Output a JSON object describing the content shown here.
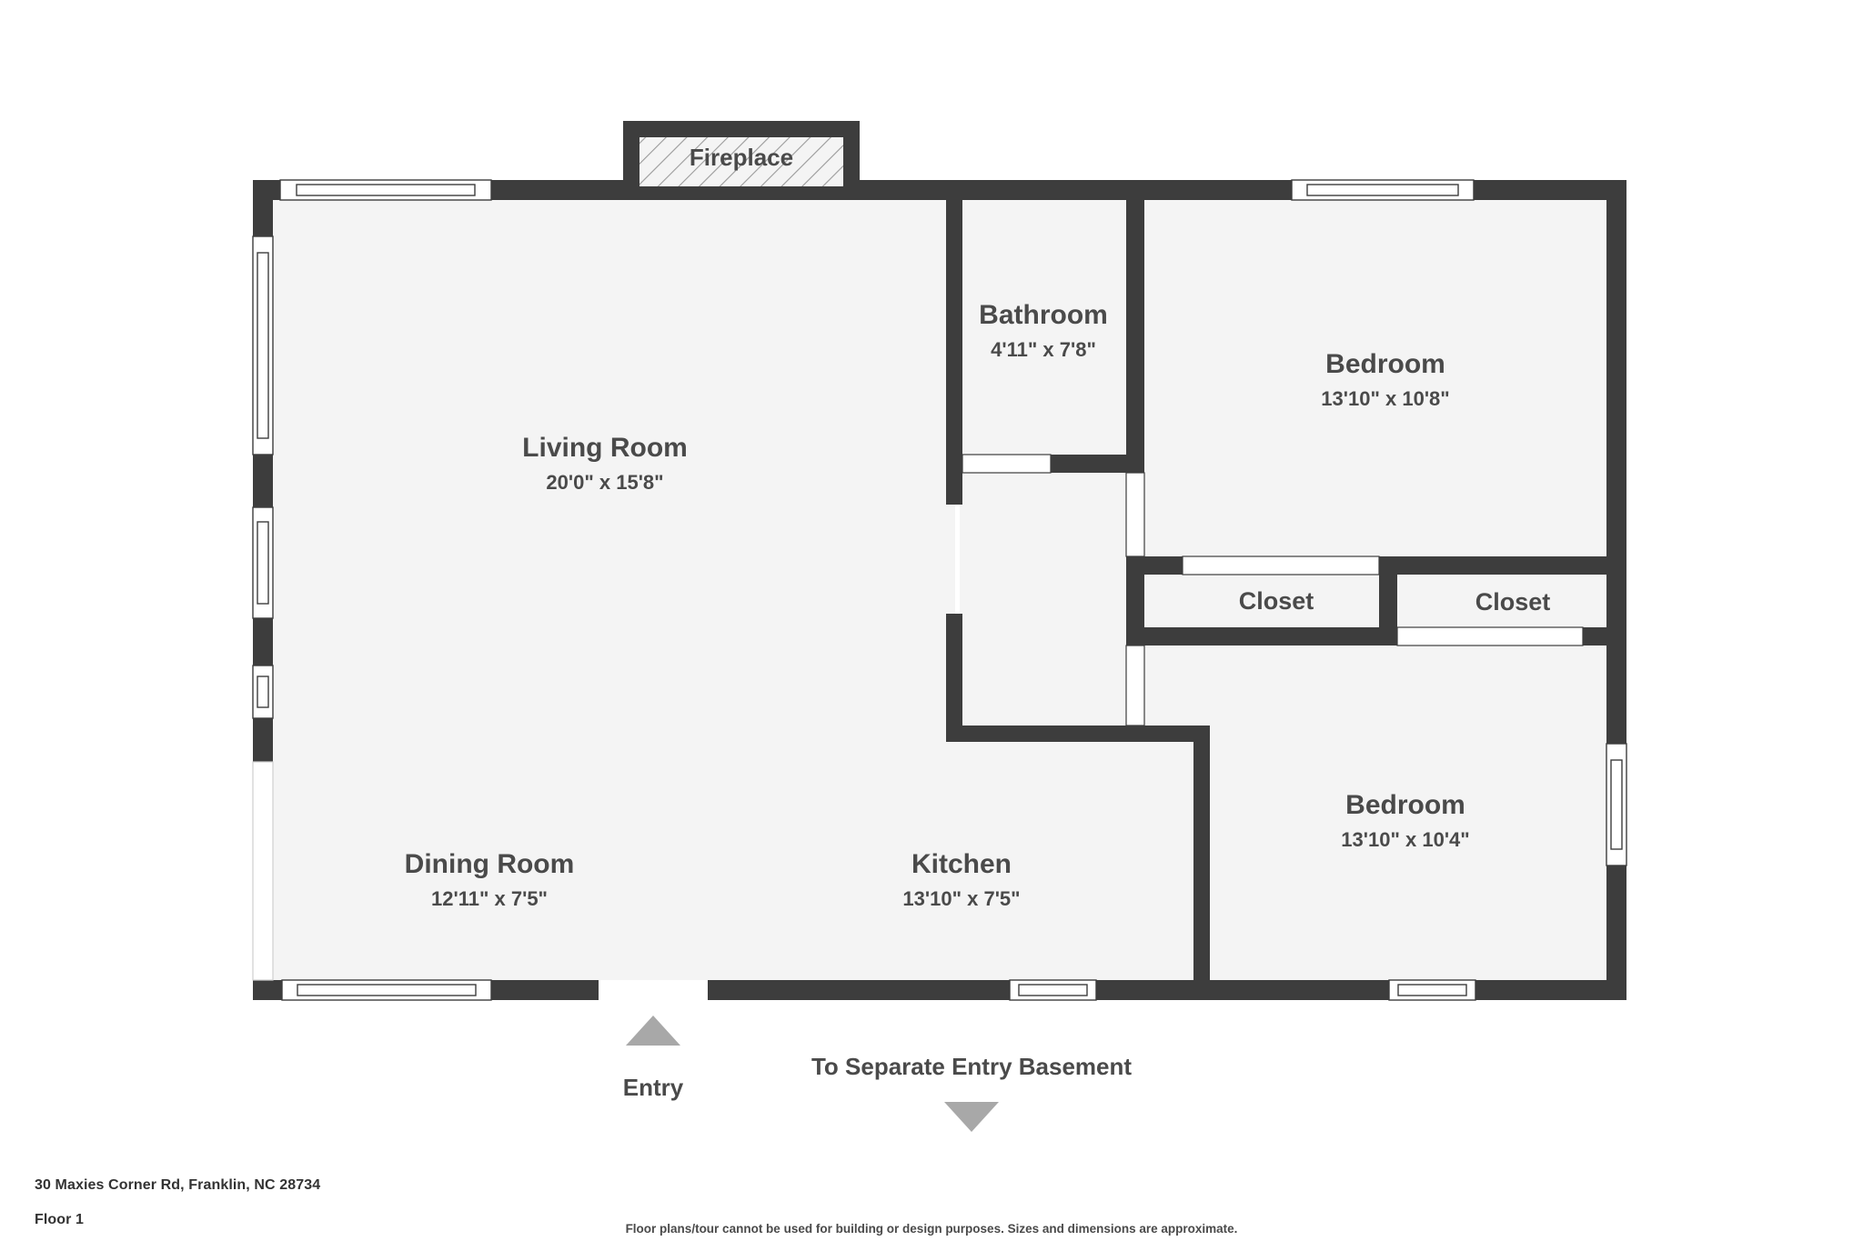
{
  "document": {
    "address": "30 Maxies Corner Rd, Franklin, NC 28734",
    "floor_label": "Floor 1",
    "disclaimer": "Floor plans/tour cannot be used for building or design purposes. Sizes and dimensions are approximate."
  },
  "colors": {
    "wall": "#3d3d3d",
    "room_fill": "#f4f4f4",
    "text": "#4a4a4a",
    "marker": "#a8a8a8",
    "opening": "#ffffff",
    "page_background": "#ffffff"
  },
  "rooms": [
    {
      "id": "living_room",
      "name": "Living Room",
      "dimensions": "20'0\" x 15'8\""
    },
    {
      "id": "bathroom",
      "name": "Bathroom",
      "dimensions": "4'11\" x 7'8\""
    },
    {
      "id": "bedroom_top",
      "name": "Bedroom",
      "dimensions": "13'10\" x 10'8\""
    },
    {
      "id": "bedroom_bottom",
      "name": "Bedroom",
      "dimensions": "13'10\" x 10'4\""
    },
    {
      "id": "dining_room",
      "name": "Dining Room",
      "dimensions": "12'11\" x 7'5\""
    },
    {
      "id": "kitchen",
      "name": "Kitchen",
      "dimensions": "13'10\" x 7'5\""
    }
  ],
  "features": [
    {
      "id": "fireplace",
      "name": "Fireplace"
    },
    {
      "id": "closet_left",
      "name": "Closet"
    },
    {
      "id": "closet_right",
      "name": "Closet"
    }
  ],
  "markers": [
    {
      "id": "entry",
      "label": "Entry",
      "arrow": "up-triangle"
    },
    {
      "id": "basement_entry",
      "label": "To Separate Entry Basement",
      "arrow": "down-triangle"
    }
  ]
}
